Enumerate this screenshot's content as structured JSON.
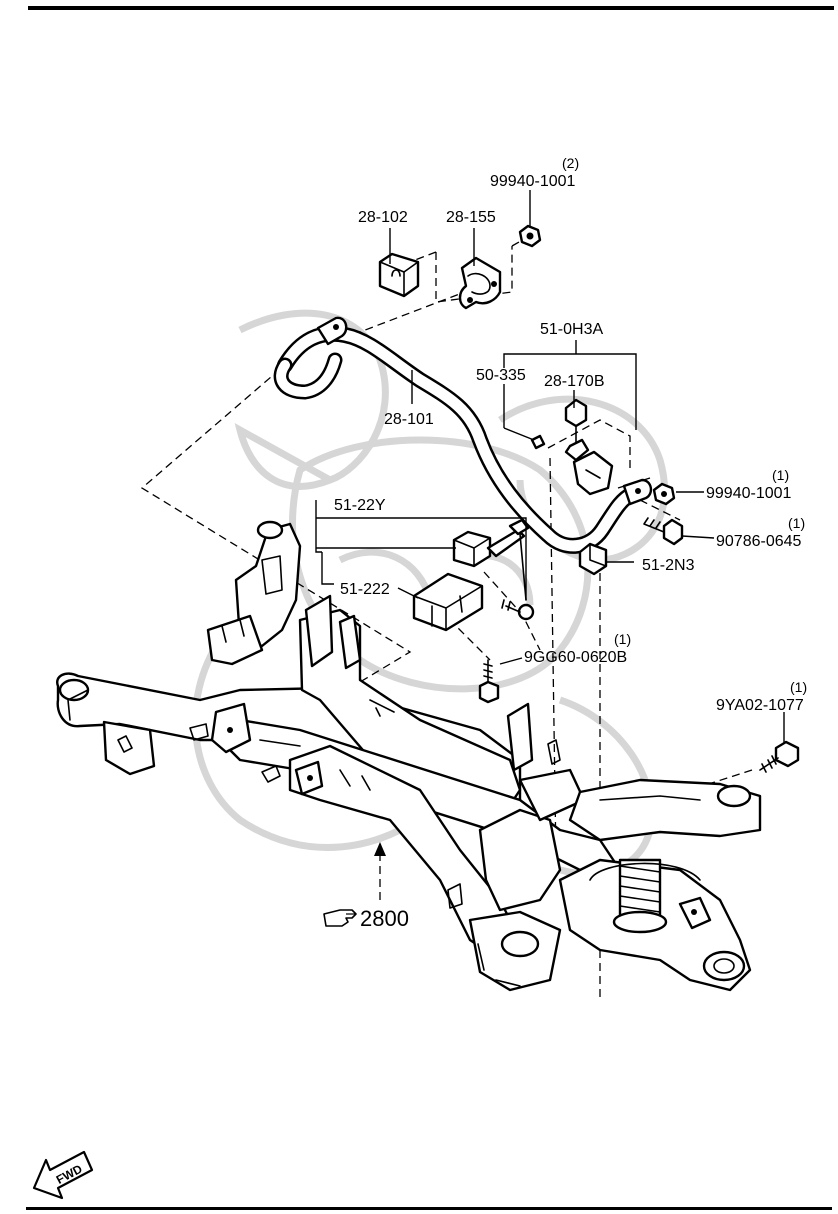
{
  "parts": [
    {
      "number": "28-102",
      "qty": ""
    },
    {
      "number": "28-155",
      "qty": ""
    },
    {
      "number": "99940-1001",
      "qty": "(2)"
    },
    {
      "number": "51-0H3A",
      "qty": ""
    },
    {
      "number": "50-335",
      "qty": ""
    },
    {
      "number": "28-170B",
      "qty": ""
    },
    {
      "number": "28-101",
      "qty": ""
    },
    {
      "number": "99940-1001",
      "qty": "(1)"
    },
    {
      "number": "90786-0645",
      "qty": "(1)"
    },
    {
      "number": "51-22Y",
      "qty": ""
    },
    {
      "number": "51-2N3",
      "qty": ""
    },
    {
      "number": "51-222",
      "qty": ""
    },
    {
      "number": "9GG60-0620B",
      "qty": "(1)"
    },
    {
      "number": "9YA02-1077",
      "qty": "(1)"
    }
  ],
  "reference": {
    "text": "2800",
    "icon": "pointing-hand-icon"
  },
  "direction_arrow": {
    "text": "FWD",
    "icon": "fwd-arrow-icon"
  }
}
